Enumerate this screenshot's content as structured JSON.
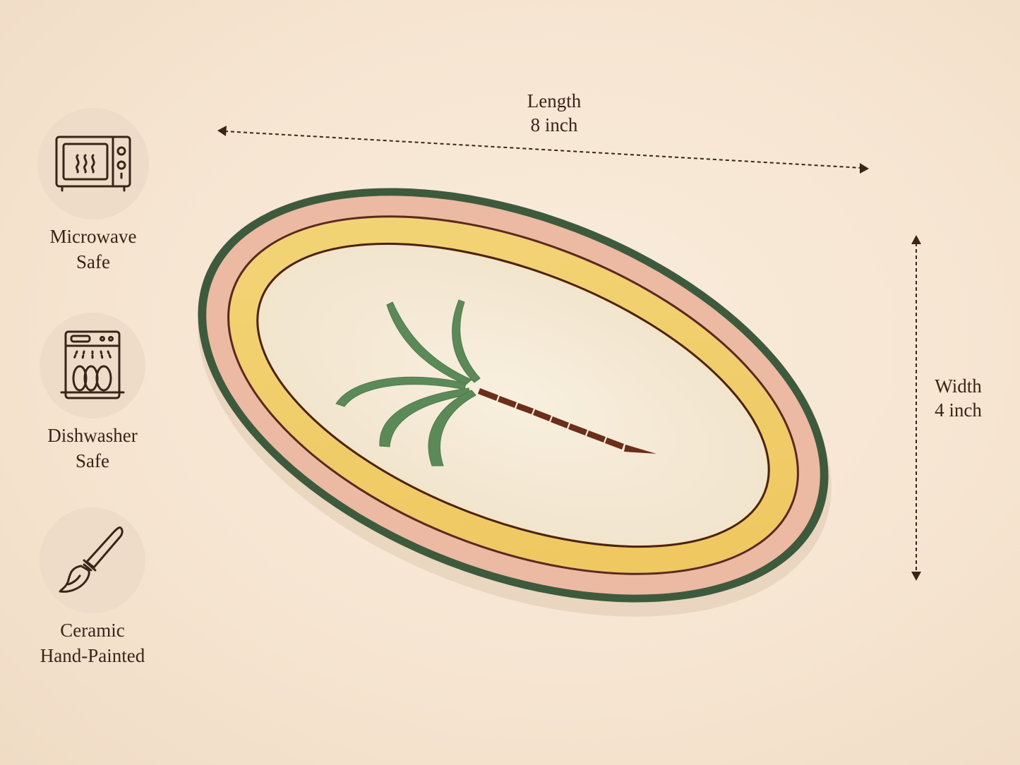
{
  "features": [
    {
      "icon": "microwave-icon",
      "line1": "Microwave",
      "line2": "Safe"
    },
    {
      "icon": "dishwasher-icon",
      "line1": "Dishwasher",
      "line2": "Safe"
    },
    {
      "icon": "paintbrush-icon",
      "line1": "Ceramic",
      "line2": "Hand-Painted"
    }
  ],
  "dimensions": {
    "length": {
      "label": "Length",
      "value": "8 inch"
    },
    "width": {
      "label": "Width",
      "value": "4 inch"
    }
  },
  "colors": {
    "background": "#f6e5d1",
    "rim_green": "#3e5a3c",
    "band_pink": "#ecb9a2",
    "band_yellow": "#f1cf6f",
    "plate_cream": "#f6ecd9",
    "palm_green": "#5b8a58",
    "trunk_brown": "#6b2e1a",
    "icon_brown": "#3a2418"
  }
}
